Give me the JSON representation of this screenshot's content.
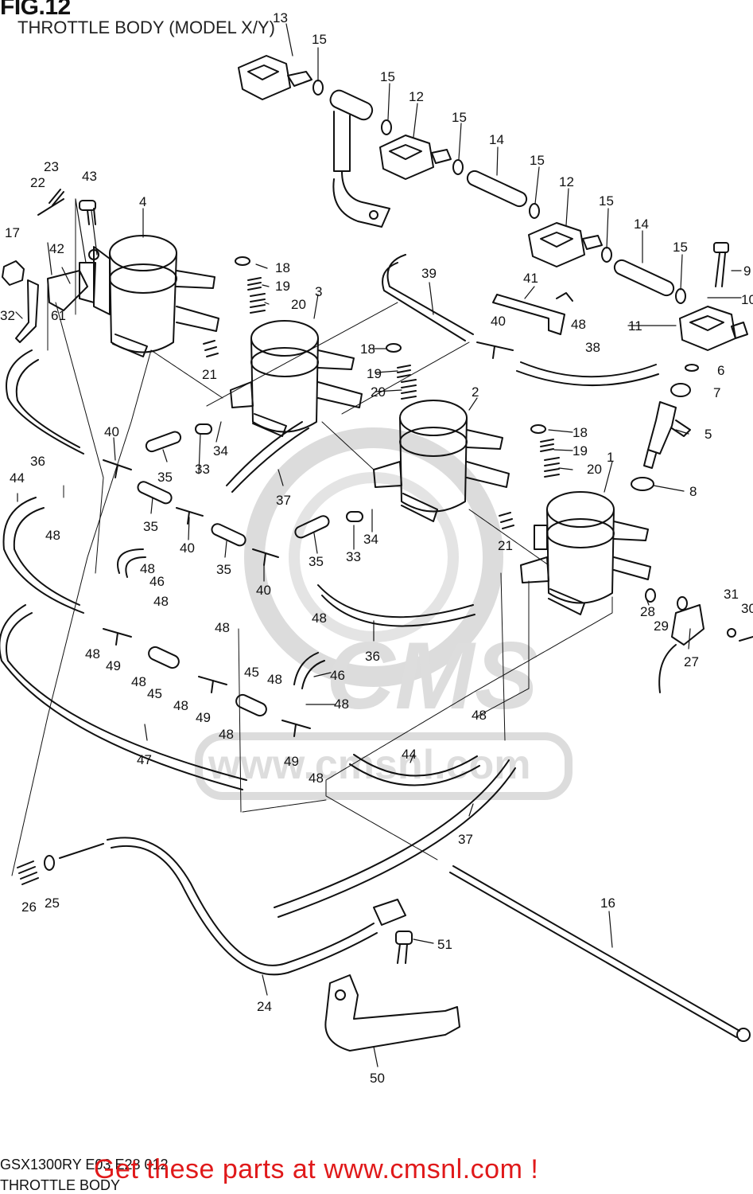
{
  "header": {
    "figure": "FIG.12",
    "subtitle": "THROTTLE BODY (MODEL X/Y)"
  },
  "footer": {
    "model_code": "GSX1300RY E03 E28 012",
    "section": "THROTTLE BODY",
    "promo": "Get these parts at www.cmsnl.com !"
  },
  "watermark": {
    "brand": "CMS",
    "url": "www.cmsnl.com",
    "color": "#d8d8d8"
  },
  "part_labels": [
    "13",
    "15",
    "15",
    "12",
    "15",
    "14",
    "15",
    "12",
    "15",
    "14",
    "15",
    "9",
    "10",
    "11",
    "23",
    "22",
    "43",
    "4",
    "17",
    "42",
    "32",
    "61",
    "18",
    "19",
    "20",
    "3",
    "39",
    "41",
    "48",
    "40",
    "38",
    "6",
    "7",
    "5",
    "8",
    "21",
    "18",
    "19",
    "20",
    "2",
    "34",
    "33",
    "36",
    "40",
    "35",
    "44",
    "48",
    "35",
    "40",
    "37",
    "18",
    "19",
    "20",
    "1",
    "21",
    "34",
    "33",
    "35",
    "48",
    "46",
    "48",
    "35",
    "40",
    "31",
    "30",
    "28",
    "29",
    "27",
    "48",
    "48",
    "49",
    "48",
    "45",
    "48",
    "49",
    "48",
    "45",
    "48",
    "46",
    "48",
    "36",
    "48",
    "47",
    "48",
    "49",
    "48",
    "44",
    "37",
    "26",
    "25",
    "16",
    "51",
    "24",
    "50"
  ]
}
